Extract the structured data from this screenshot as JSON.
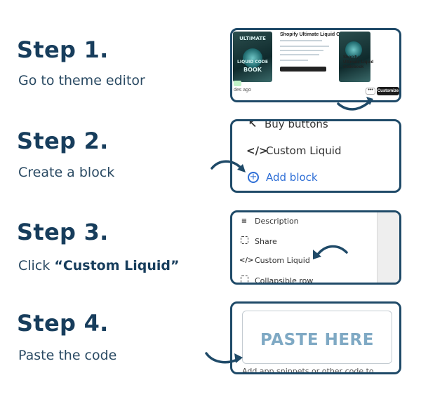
{
  "steps": [
    {
      "title": "Step 1.",
      "desc": "Go to theme editor"
    },
    {
      "title": "Step 2.",
      "desc": "Create a block"
    },
    {
      "title": "Step 3.",
      "desc_prefix": "Click ",
      "desc_bold": "“Custom Liquid”"
    },
    {
      "title": "Step 4.",
      "desc": "Paste the code"
    }
  ],
  "panel1": {
    "cover_line1": "ULTIMATE",
    "cover_line2": "LIQUID CODE",
    "cover_line3": "BOOK",
    "product_title": "Shopify Ultimate Liquid Codebook",
    "product_title2": "Shopify Ultimate Liquid Codebook",
    "time_ago": "des ago",
    "more_label": "•••",
    "customize_label": "Customize"
  },
  "panel2": {
    "item1": "Buy buttons",
    "item2": "Custom Liquid",
    "item3": "Add block",
    "code_icon": "</>",
    "plus_icon": "+"
  },
  "panel3": {
    "item1": "Description",
    "item2": "Share",
    "item3": "Custom Liquid",
    "item4": "Collapsible row",
    "code_icon": "</>"
  },
  "panel4": {
    "paste_label": "PASTE HERE",
    "hint": "Add app snippets or other code to"
  },
  "colors": {
    "accent_dark": "#173d5c",
    "panel_border": "#1f4a68",
    "link_blue": "#2f6fd6",
    "paste_text": "#7fa9c4"
  }
}
